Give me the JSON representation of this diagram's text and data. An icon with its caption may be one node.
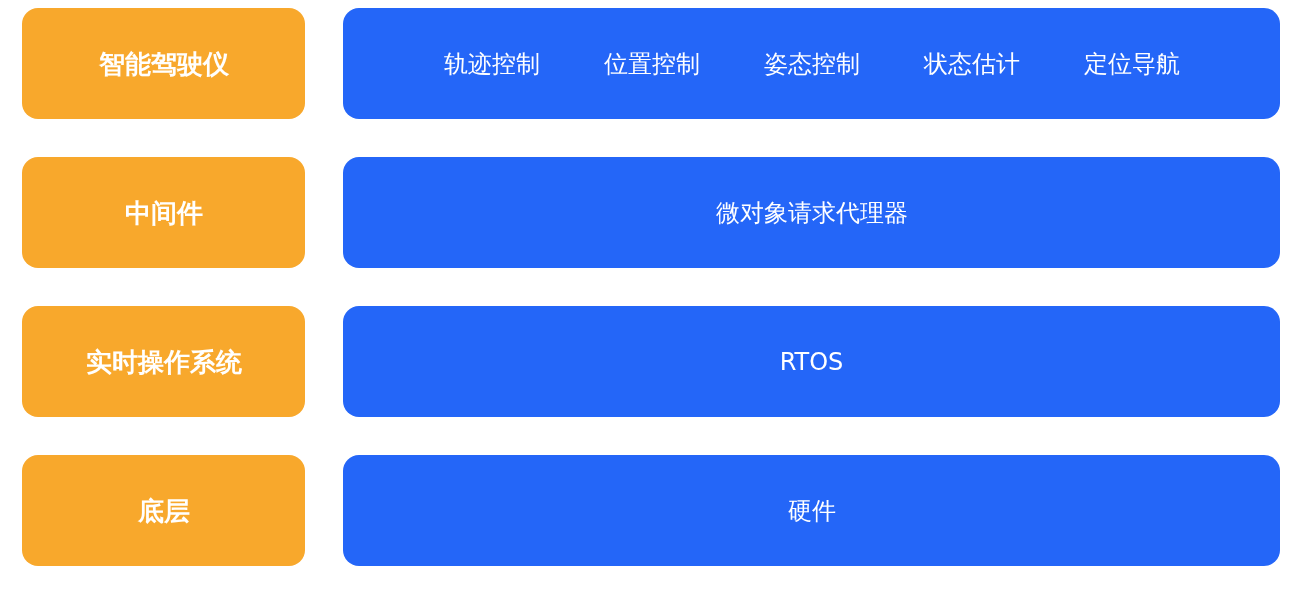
{
  "diagram": {
    "nodes": [
      {
        "text": [
          "智能驾驶仪"
        ]
      },
      {
        "text": [
          "轨迹控制",
          "位置控制",
          "姿态控制",
          "状态估计",
          "定位导航"
        ]
      },
      {
        "text": [
          "中间件"
        ]
      },
      {
        "text": [
          "微对象请求代理器"
        ]
      },
      {
        "text": [
          "实时操作系统"
        ]
      },
      {
        "text": [
          "RTOS"
        ]
      },
      {
        "text": [
          "底层"
        ]
      },
      {
        "text": [
          "硬件"
        ]
      }
    ]
  }
}
